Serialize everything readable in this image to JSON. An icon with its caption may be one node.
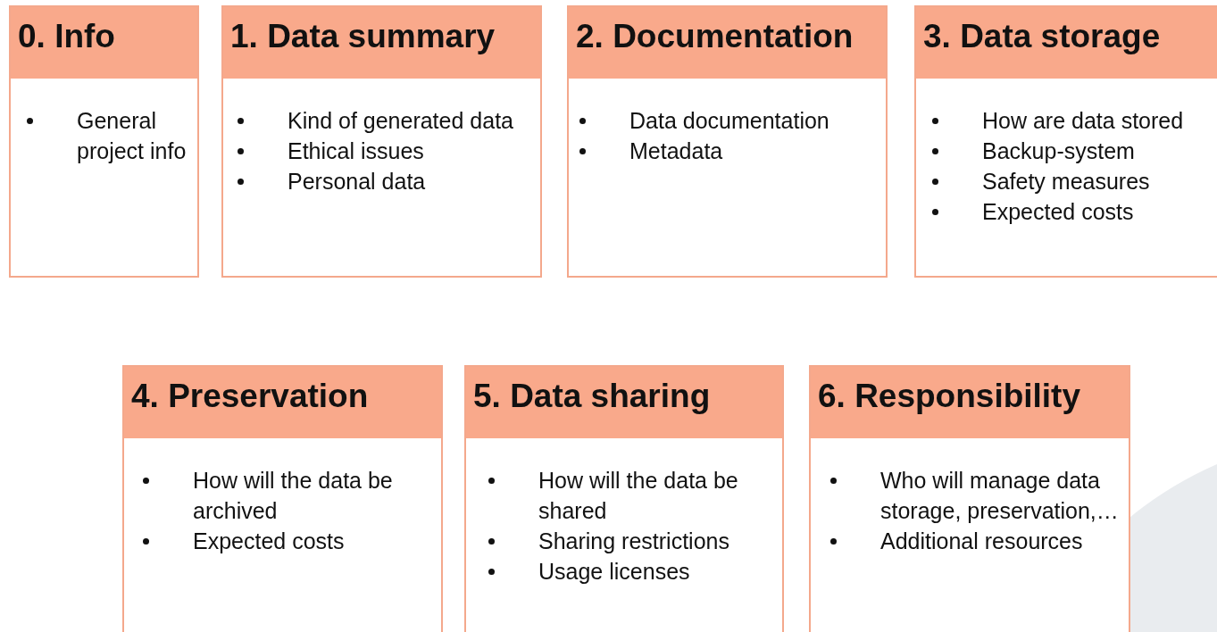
{
  "diagram": {
    "nodes": [
      {
        "text": [
          "0. Info",
          "General project info"
        ]
      },
      {
        "text": [
          "1. Data summary",
          "Kind of generated data",
          "Ethical issues",
          "Personal data"
        ]
      },
      {
        "text": [
          "2. Documentation",
          "Data documentation",
          "Metadata"
        ]
      },
      {
        "text": [
          "3. Data storage",
          "How are data stored",
          "Backup-system",
          "Safety measures",
          "Expected costs"
        ]
      },
      {
        "text": [
          "4. Preservation",
          "How will the data be archived",
          "Expected costs"
        ]
      },
      {
        "text": [
          "5. Data sharing",
          "How will the data be shared",
          "Sharing restrictions",
          "Usage licenses"
        ]
      },
      {
        "text": [
          "6. Responsibility",
          "Who will manage data storage, preservation,…",
          "Additional resources"
        ]
      }
    ]
  }
}
